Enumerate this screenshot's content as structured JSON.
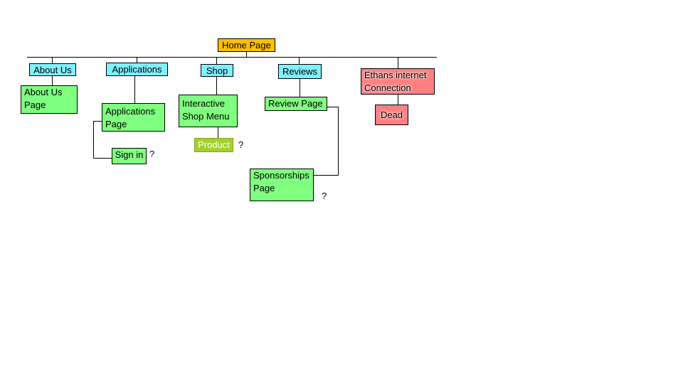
{
  "diagram": {
    "root": "Home Page",
    "sections": {
      "about_us": "About Us",
      "applications": "Applications",
      "shop": "Shop",
      "reviews": "Reviews",
      "internet": "Ethans internet Connection"
    },
    "pages": {
      "about_us_page": "About Us Page",
      "applications_page": "Applications Page",
      "sign_in": "Sign in",
      "interactive_shop_menu": "Interactive Shop Menu",
      "product": "Product",
      "review_page": "Review Page",
      "sponsorships_page": "Sponsorships Page",
      "dead": "Dead"
    },
    "notes": {
      "sign_in_q": "?",
      "product_q": "?",
      "sponsorships_q": "?"
    },
    "colors": {
      "home": "#ffc000",
      "section": "#7ff0fd",
      "page": "#80ff80",
      "dead": "#ff8080",
      "product": "#a3d12a"
    }
  }
}
